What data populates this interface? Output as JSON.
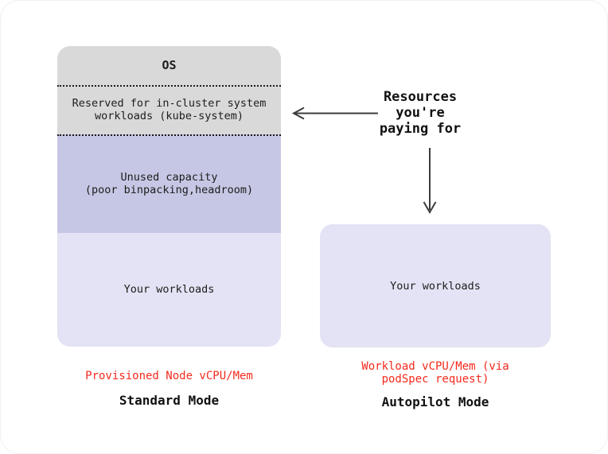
{
  "diagram": {
    "annotation": {
      "paying_for": "Resources\nyou're\npaying for"
    },
    "standard": {
      "os_label": "OS",
      "reserved_label": "Reserved for in-cluster system\nworkloads (kube-system)",
      "unused_label": "Unused capacity\n(poor binpacking,headroom)",
      "workloads_label": "Your workloads",
      "cost_label": "Provisioned Node vCPU/Mem",
      "mode_label": "Standard Mode"
    },
    "autopilot": {
      "workloads_label": "Your workloads",
      "cost_label": "Workload vCPU/Mem (via\npodSpec request)",
      "mode_label": "Autopilot Mode"
    },
    "icons": {
      "left_arrow": "arrow-left-icon",
      "down_arrow": "arrow-down-icon"
    },
    "colors": {
      "section_gray": "#d9d9d9",
      "unused_lavender": "#c6c7e4",
      "workloads_lavender": "#e3e3f5",
      "cost_label_red": "#f42a1d",
      "arrow_dark": "#3c3c3c",
      "text_dark": "#1c1c1c",
      "background": "#ffffff"
    }
  }
}
